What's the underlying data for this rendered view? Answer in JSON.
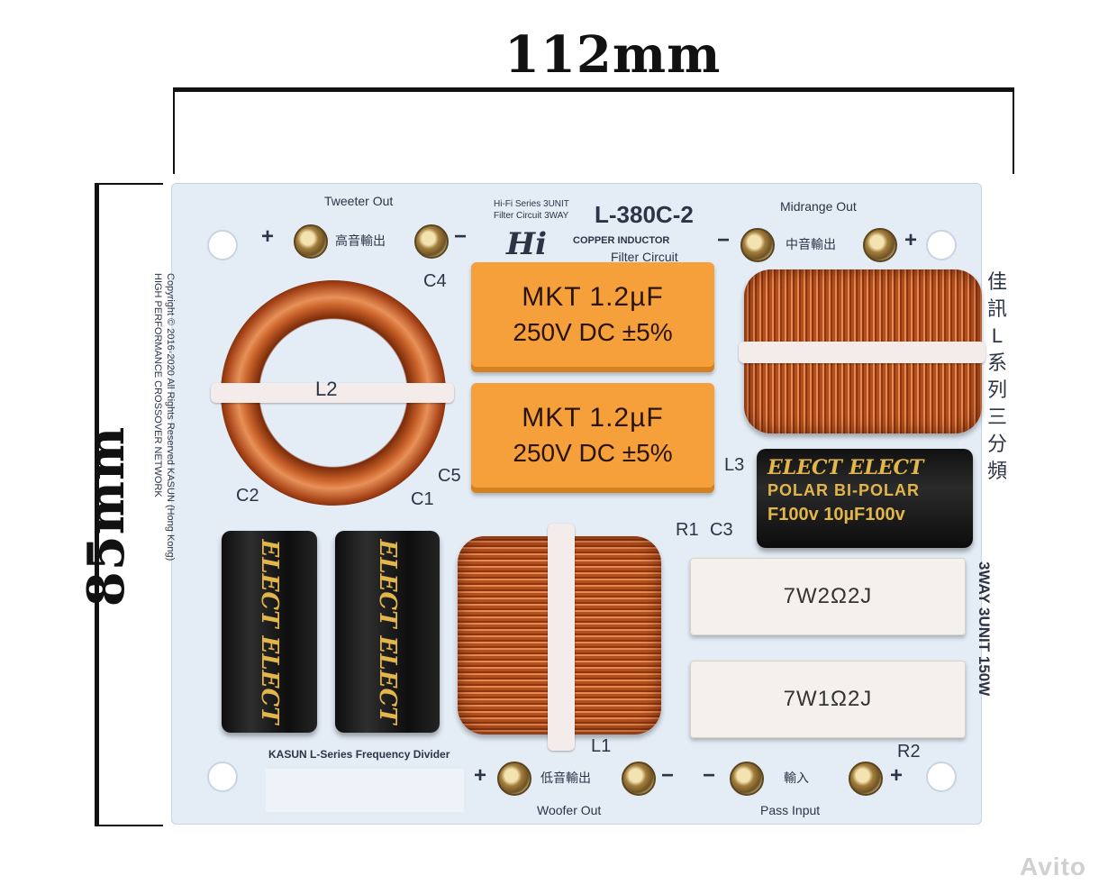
{
  "dimensions": {
    "width_label": "112mm",
    "height_label": "85mm"
  },
  "board": {
    "model": "L-380C-2",
    "logo": "Hi",
    "header_small_1": "Hi-Fi Series 3UNIT",
    "header_small_2": "Filter Circuit 3WAY",
    "header_copper": "COPPER INDUCTOR",
    "header_filter": "Filter Circuit",
    "tweeter_out": "Tweeter Out",
    "tweeter_cn": "高音輸出",
    "midrange_out": "Midrange Out",
    "midrange_cn": "中音輸出",
    "woofer_out": "Woofer Out",
    "woofer_cn": "低音輸出",
    "pass_input": "Pass Input",
    "input_cn": "輸入",
    "plus": "+",
    "minus": "−",
    "vertical_cn": "佳訊L系列三分頻",
    "spec_vertical": "3WAY 3UNIT 150W",
    "copyright_1": "Copyright © 2016-2020 All Rights Reserved KASUN (Hong Kong)",
    "copyright_2": "HIGH PERFORMANCE CROSSOVER NETWORK",
    "bottom_series": "KASUN L-Series Frequency Divider"
  },
  "components": {
    "c4": {
      "label": "C4",
      "line1": "MKT  1.2µF",
      "line2": "250V DC ±5%"
    },
    "c5": {
      "label": "C5",
      "line1": "MKT  1.2µF",
      "line2": "250V DC ±5%"
    },
    "c3": {
      "label": "C3",
      "brand": "ELECT  ELECT",
      "type": "POLAR  BI-POLAR",
      "value": "F100v  10µF100v"
    },
    "c2": {
      "label": "C2",
      "brand": "ELECT ELECT"
    },
    "c1": {
      "label": "C1",
      "brand": "ELECT ELECT"
    },
    "l1": {
      "label": "L1"
    },
    "l2": {
      "label": "L2"
    },
    "l3": {
      "label": "L3"
    },
    "r1": {
      "label": "R1",
      "value": "7W2Ω2J"
    },
    "r2": {
      "label": "R2",
      "value": "7W1Ω2J"
    }
  },
  "watermark": "Avito"
}
